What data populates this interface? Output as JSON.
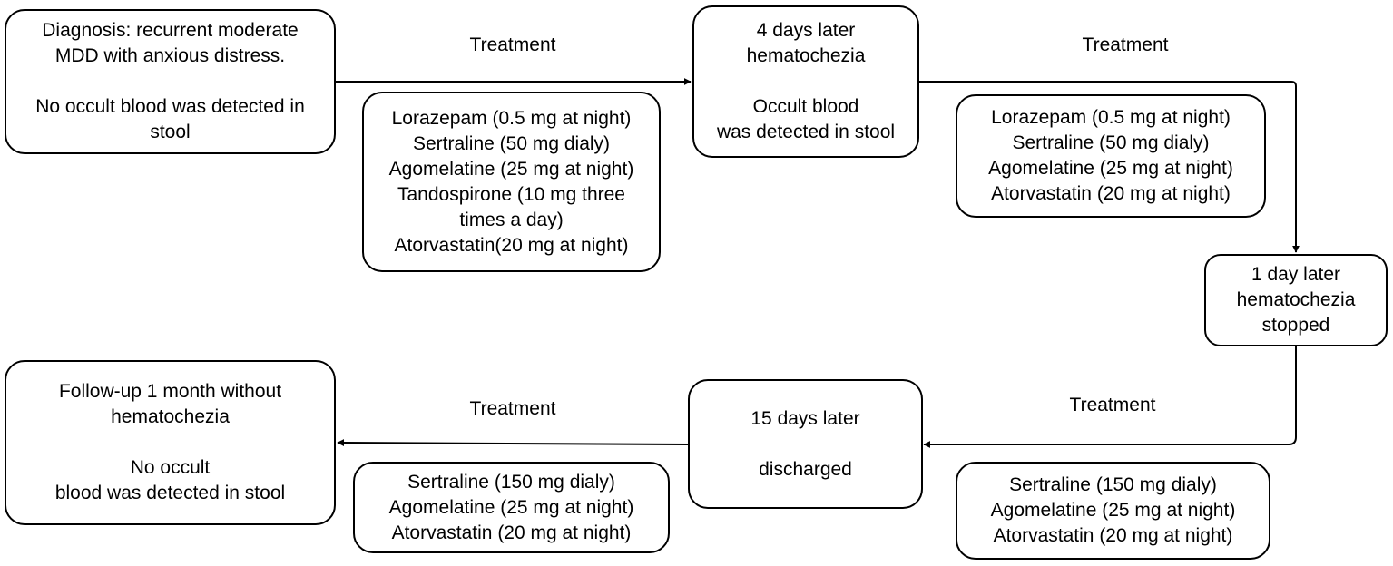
{
  "nodes": {
    "diagnosis": {
      "lines": [
        "Diagnosis: recurrent moderate",
        "MDD with anxious distress.",
        "",
        "No occult blood was detected in",
        "stool"
      ]
    },
    "day4": {
      "lines": [
        "4 days later",
        "hematochezia",
        "",
        "Occult blood",
        "was detected in stool"
      ]
    },
    "day1": {
      "lines": [
        "1 day later",
        "hematochezia",
        "stopped"
      ]
    },
    "day15": {
      "lines": [
        "15 days later",
        "",
        "discharged"
      ]
    },
    "followup": {
      "lines": [
        "Follow-up 1 month without",
        "hematochezia",
        "",
        "No occult",
        "blood was detected in stool"
      ]
    }
  },
  "treatments": {
    "t1": {
      "label": "Treatment",
      "lines": [
        "Lorazepam (0.5 mg at night)",
        "Sertraline (50 mg dialy)",
        "Agomelatine (25 mg at night)",
        "Tandospirone (10 mg three",
        "times a day)",
        "Atorvastatin(20 mg at night)"
      ]
    },
    "t2": {
      "label": "Treatment",
      "lines": [
        "Lorazepam (0.5 mg at night)",
        "Sertraline (50 mg dialy)",
        "Agomelatine (25 mg at night)",
        "Atorvastatin (20 mg at night)"
      ]
    },
    "t3": {
      "label": "Treatment",
      "lines": [
        "Sertraline (150 mg dialy)",
        "Agomelatine (25 mg at night)",
        "Atorvastatin (20 mg at night)"
      ]
    },
    "t4": {
      "label": "Treatment",
      "lines": [
        "Sertraline (150 mg dialy)",
        "Agomelatine (25 mg at night)",
        "Atorvastatin (20 mg at night)"
      ]
    }
  }
}
